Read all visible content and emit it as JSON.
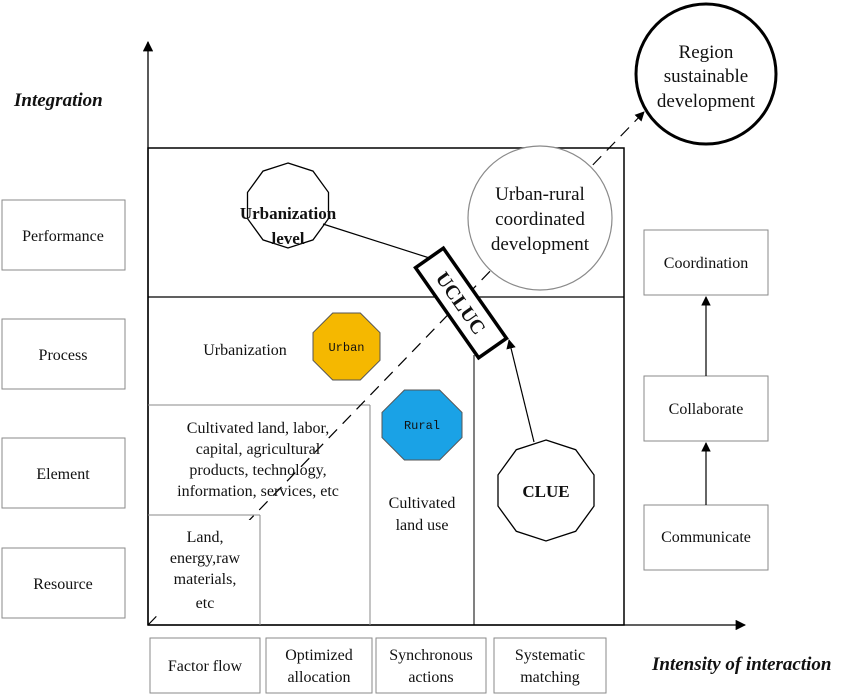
{
  "axes": {
    "y_label": "Integration",
    "x_label": "Intensity of interaction"
  },
  "left_levels": [
    "Performance",
    "Process",
    "Element",
    "Resource"
  ],
  "bottom_stages": [
    [
      "Factor flow"
    ],
    [
      "Optimized",
      "allocation"
    ],
    [
      "Synchronous",
      "actions"
    ],
    [
      "Systematic",
      "matching"
    ]
  ],
  "right_chain": [
    "Coordination",
    "Collaborate",
    "Communicate"
  ],
  "goal": [
    "Region",
    "sustainable",
    "development"
  ],
  "coordinated": [
    "Urban-rural",
    "coordinated",
    "development"
  ],
  "urbanization_level": [
    "Urbanization",
    "level"
  ],
  "clue": "CLUE",
  "ucluc": "UCLUC",
  "urbanization": "Urbanization",
  "urban_badge": "Urban",
  "rural_badge": "Rural",
  "element_text": [
    "Cultivated land, labor,",
    "capital, agricultural",
    "products, technology,",
    "information, services, etc"
  ],
  "resource_text": [
    "Land,",
    "energy,raw",
    "materials,",
    "etc"
  ],
  "cultivated_land_use": [
    "Cultivated",
    "land use"
  ],
  "colors": {
    "urban_fill": "#F5B800",
    "rural_fill": "#1AA2E6",
    "line": "#000000",
    "box_border": "#8a8a8a"
  }
}
